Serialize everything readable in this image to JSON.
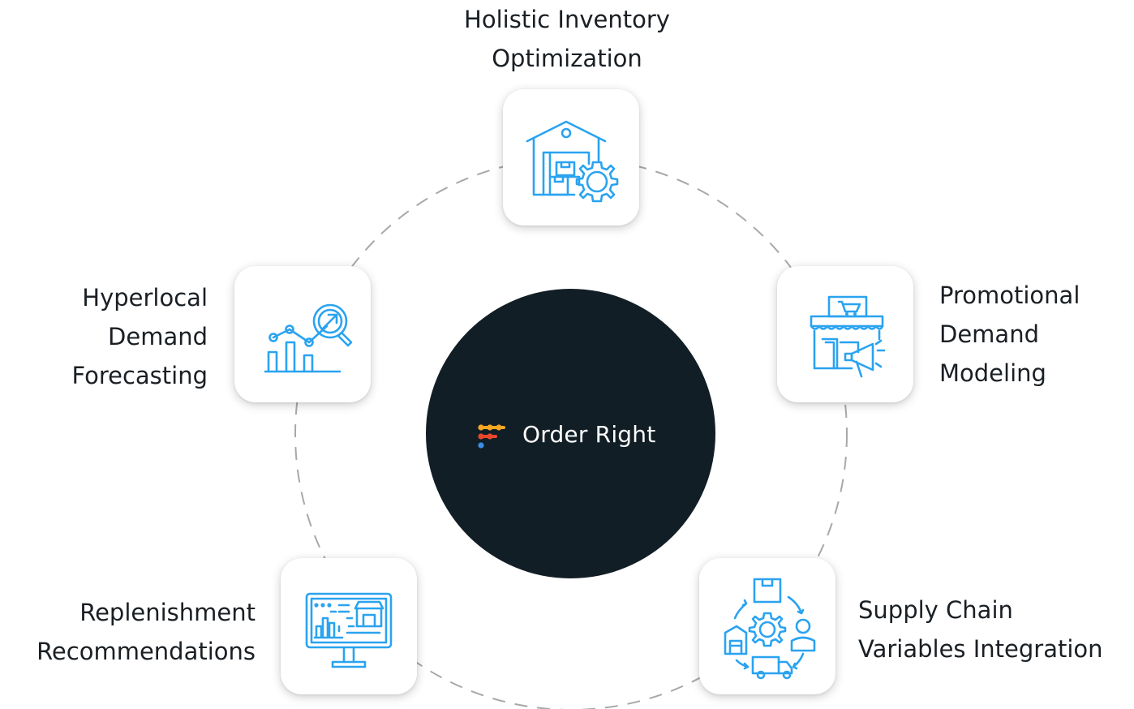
{
  "center": {
    "brand": "Order Right",
    "icon": "order-right-logo"
  },
  "colors": {
    "center_bg": "#121e25",
    "icon_blue": "#2aa3f0",
    "ring": "#a8a8a8",
    "logo_orange": "#f6a623",
    "logo_red": "#e8472b",
    "logo_blue": "#3a8ee6"
  },
  "features": [
    {
      "lines": [
        "Holistic Inventory",
        "Optimization"
      ],
      "icon": "warehouse-gear-icon"
    },
    {
      "lines": [
        "Promotional",
        "Demand",
        "Modeling"
      ],
      "icon": "storefront-megaphone-icon"
    },
    {
      "lines": [
        "Supply Chain",
        "Variables Integration"
      ],
      "icon": "supply-chain-cycle-icon"
    },
    {
      "lines": [
        "Replenishment",
        "Recommendations"
      ],
      "icon": "monitor-dashboard-icon"
    },
    {
      "lines": [
        "Hyperlocal",
        "Demand",
        "Forecasting"
      ],
      "icon": "chart-magnifier-icon"
    }
  ]
}
